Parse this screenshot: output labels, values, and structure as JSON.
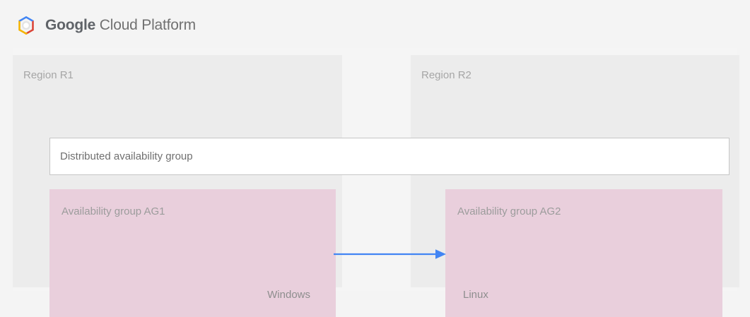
{
  "brand": {
    "logo_icon": "google-cloud-platform-hexagon-icon",
    "name_strong": "Google",
    "name_light": "Cloud Platform",
    "logo_colors": {
      "blue": "#4285f4",
      "red": "#db4437",
      "yellow": "#f4b400",
      "center": "#ffffff"
    },
    "text_color": "#6e6e6e"
  },
  "diagram": {
    "type": "architecture-diagram",
    "background": "#f5f5f5",
    "regions": [
      {
        "id": "r1",
        "label": "Region R1",
        "background": "#ececec"
      },
      {
        "id": "r2",
        "label": "Region R2",
        "background": "#ececec"
      }
    ],
    "distributed_group": {
      "label": "Distributed availability group",
      "background": "#ffffff",
      "border_color": "#c6c6c6"
    },
    "availability_groups": [
      {
        "id": "ag1",
        "title": "Availability group AG1",
        "os": "Windows",
        "region": "Region R1",
        "background": "#e9cfdc",
        "os_align": "right"
      },
      {
        "id": "ag2",
        "title": "Availability group AG2",
        "os": "Linux",
        "region": "Region R2",
        "background": "#e9cfdc",
        "os_align": "left"
      }
    ],
    "connector": {
      "name": "replication-arrow",
      "from": "ag1",
      "to": "ag2",
      "direction": "right",
      "color": "#4285f4"
    }
  }
}
